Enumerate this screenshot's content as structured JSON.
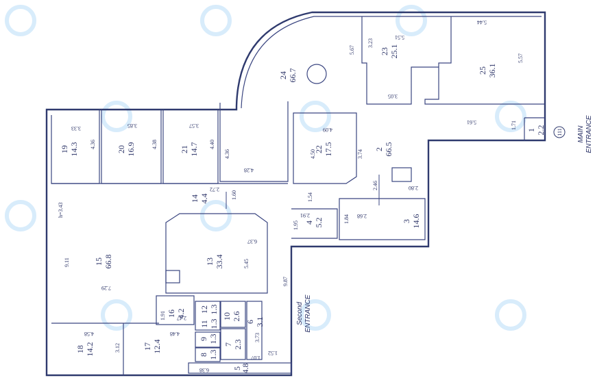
{
  "rooms": [
    {
      "num": "19",
      "area": "14.3"
    },
    {
      "num": "20",
      "area": "16.9"
    },
    {
      "num": "21",
      "area": "14.7"
    },
    {
      "num": "22",
      "area": "17.5"
    },
    {
      "num": "2",
      "area": "66.5"
    },
    {
      "num": "24",
      "area": "66.7"
    },
    {
      "num": "23",
      "area": "25.1"
    },
    {
      "num": "25",
      "area": "36.1"
    },
    {
      "num": "1",
      "area": "2.2"
    },
    {
      "num": "14",
      "area": "4.4"
    },
    {
      "num": "15",
      "area": "66.8"
    },
    {
      "num": "13",
      "area": "33.4"
    },
    {
      "num": "4",
      "area": "5.2"
    },
    {
      "num": "3",
      "area": "14.6"
    },
    {
      "num": "16",
      "area": "4.2"
    },
    {
      "num": "12",
      "area": "1.3"
    },
    {
      "num": "11",
      "area": "1.3"
    },
    {
      "num": "10",
      "area": "2.6"
    },
    {
      "num": "6",
      "area": "3.1"
    },
    {
      "num": "9",
      "area": "1.3"
    },
    {
      "num": "8",
      "area": "1.3"
    },
    {
      "num": "7",
      "area": "2.3"
    },
    {
      "num": "18",
      "area": "14.2"
    },
    {
      "num": "17",
      "area": "12.4"
    },
    {
      "num": "5",
      "area": "4.8"
    }
  ],
  "dimensions": [
    "5.44",
    "5.51",
    "3.23",
    "5.67",
    "5.57",
    "3.05",
    "5.61",
    "1.71",
    "3.33",
    "4.36",
    "3.85",
    "4.38",
    "3.57",
    "4.40",
    "4.36",
    "4.28",
    "4.09",
    "4.50",
    "3.74",
    "2.72",
    "1.60",
    "1.54",
    "2.46",
    "2.80",
    "2.91",
    "1.95",
    "2.68",
    "1.84",
    "h=3.43",
    "9.11",
    "7.29",
    "6.37",
    "5.45",
    "9.87",
    "1.91",
    "2.47",
    "4.58",
    "4.48",
    "3.12",
    "3.73",
    "1.07",
    "1.52",
    "6.38"
  ],
  "labels": {
    "main_entrance": [
      "MAIN",
      "ENTRANCE"
    ],
    "second_entrance": [
      "Second",
      "ENTRANCE"
    ],
    "marker": "111"
  }
}
